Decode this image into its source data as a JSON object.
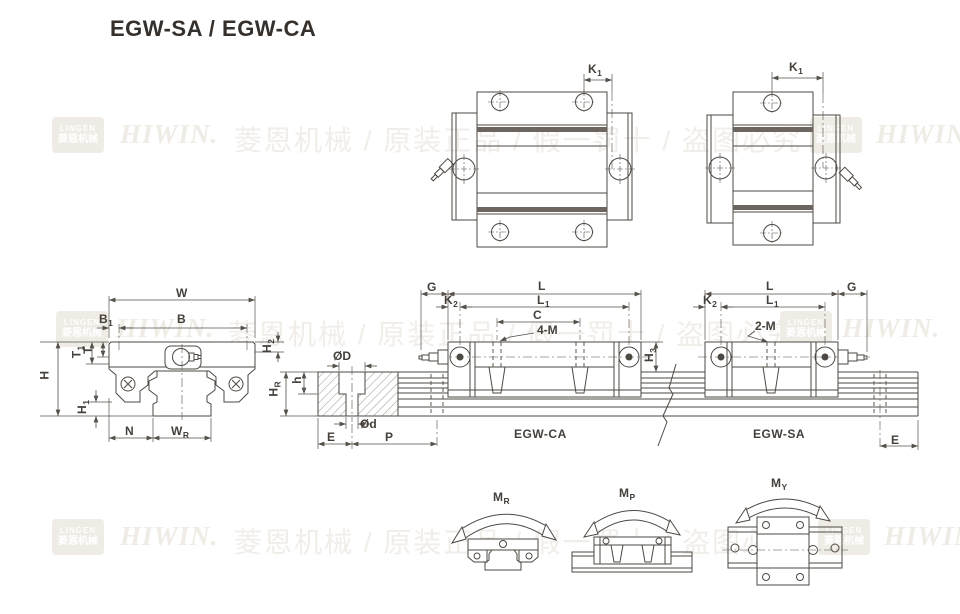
{
  "title": "EGW-SA / EGW-CA",
  "watermark": {
    "brand": "HIWIN.",
    "slogan": "菱恩机械 / 原装正品 / 假一罚十 / 盗图必究",
    "logo_line1": "LINGEN",
    "logo_line2": "菱恩机械"
  },
  "models": {
    "ca": "EGW-CA",
    "sa": "EGW-SA"
  },
  "dims": {
    "k1": {
      "main": "K",
      "sub": "1"
    },
    "k2": {
      "main": "K",
      "sub": "2"
    },
    "l": {
      "main": "L",
      "sub": ""
    },
    "l1": {
      "main": "L",
      "sub": "1"
    },
    "c": {
      "main": "C",
      "sub": ""
    },
    "g": {
      "main": "G",
      "sub": ""
    },
    "e": {
      "main": "E",
      "sub": ""
    },
    "p": {
      "main": "P",
      "sub": ""
    },
    "w": {
      "main": "W",
      "sub": ""
    },
    "b": {
      "main": "B",
      "sub": ""
    },
    "b1": {
      "main": "B",
      "sub": "1"
    },
    "t": {
      "main": "T",
      "sub": ""
    },
    "t1": {
      "main": "T",
      "sub": "1"
    },
    "h": {
      "main": "H",
      "sub": ""
    },
    "h1": {
      "main": "H",
      "sub": "1"
    },
    "h2": {
      "main": "H",
      "sub": "2"
    },
    "h3": {
      "main": "H",
      "sub": "3"
    },
    "n": {
      "main": "N",
      "sub": ""
    },
    "wr": {
      "main": "W",
      "sub": "R"
    },
    "hr": {
      "main": "H",
      "sub": "R"
    },
    "h_rail": {
      "main": "h",
      "sub": ""
    },
    "dia_D": {
      "main": "ØD",
      "sub": ""
    },
    "dia_d": {
      "main": "Ød",
      "sub": ""
    },
    "m4": {
      "main": "4-M",
      "sub": ""
    },
    "m2": {
      "main": "2-M",
      "sub": ""
    },
    "mr": {
      "main": "M",
      "sub": "R"
    },
    "mp": {
      "main": "M",
      "sub": "P"
    },
    "my": {
      "main": "M",
      "sub": "Y"
    }
  }
}
